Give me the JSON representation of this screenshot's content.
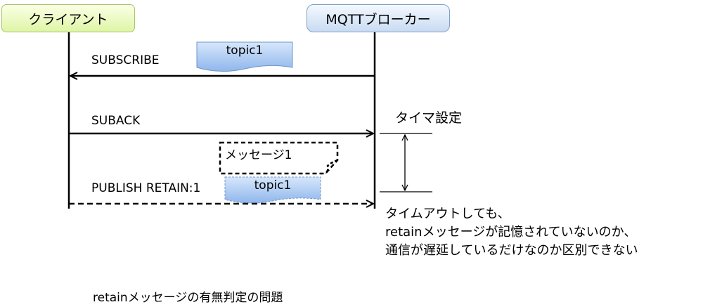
{
  "actors": {
    "client": "クライアント",
    "broker": "MQTTブローカー"
  },
  "messages": {
    "subscribe": "SUBSCRIBE",
    "suback": "SUBACK",
    "publish": "PUBLISH RETAIN:1"
  },
  "topics": {
    "subscribe_topic": "topic1",
    "publish_topic": "topic1"
  },
  "note": "メッセージ1",
  "timer": "タイマ設定",
  "description": [
    "タイムアウトしても、",
    "retainメッセージが記憶されていないのか、",
    "通信が遅延しているだけなのか区別できない"
  ],
  "caption": "retainメッセージの有無判定の問題",
  "colors": {
    "client_fill": "#dff5a6",
    "broker_fill": "#c9dbf2",
    "topic_fill": "#a8c8f0"
  }
}
